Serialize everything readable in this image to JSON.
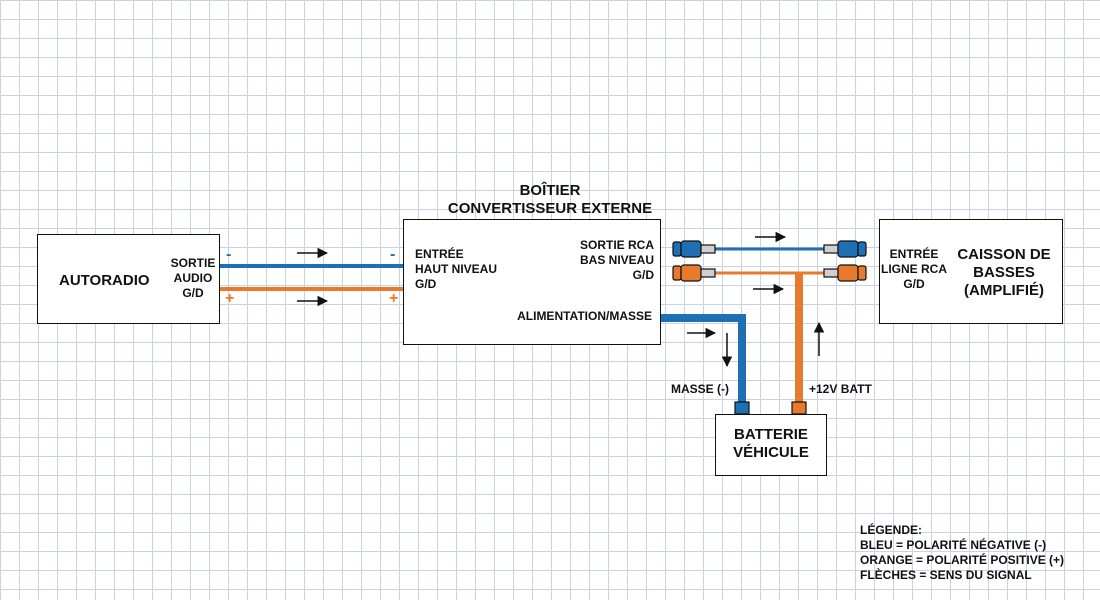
{
  "colors": {
    "negative": "#1f6fb5",
    "positive": "#e87a2e",
    "line": "#111111",
    "grid": "#c9d3e6"
  },
  "autoradio": {
    "title": "AUTORADIO",
    "out_line1": "SORTIE",
    "out_line2": "AUDIO",
    "out_line3": "G/D"
  },
  "converter": {
    "title_line1": "BOÎTIER",
    "title_line2": "CONVERTISSEUR EXTERNE",
    "in_line1": "ENTRÉE",
    "in_line2": "HAUT NIVEAU",
    "in_line3": "G/D",
    "out_line1": "SORTIE RCA",
    "out_line2": "BAS NIVEAU",
    "out_line3": "G/D",
    "power_label": "ALIMENTATION/MASSE"
  },
  "subwoofer": {
    "in_line1": "ENTRÉE",
    "in_line2": "LIGNE RCA",
    "in_line3": "G/D",
    "title_line1": "CAISSON DE",
    "title_line2": "BASSES",
    "title_line3": "(AMPLIFIÉ)"
  },
  "battery": {
    "title_line1": "BATTERIE",
    "title_line2": "VÉHICULE",
    "ground_label": "MASSE (-)",
    "plus_label": "+12V BATT"
  },
  "signs": {
    "minus": "-",
    "plus": "+"
  },
  "legend": {
    "title": "LÉGENDE:",
    "line1": "BLEU = POLARITÉ NÉGATIVE (-)",
    "line2": "ORANGE = POLARITÉ POSITIVE (+)",
    "line3": "FLÈCHES = SENS DU SIGNAL"
  }
}
